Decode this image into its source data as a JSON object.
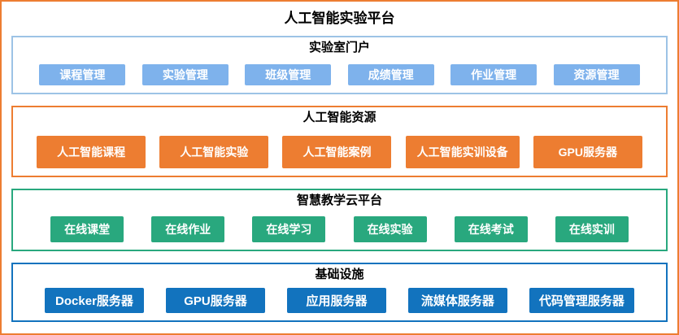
{
  "diagram": {
    "title": "人工智能实验平台",
    "outer_border_color": "#ED7D31",
    "title_text_color": "#000000",
    "block_text_color": "#FFFFFF",
    "sections": [
      {
        "title": "实验室门户",
        "border_color": "#9DC3E6",
        "block_color": "#7EB2EC",
        "items": [
          "课程管理",
          "实验管理",
          "班级管理",
          "成绩管理",
          "作业管理",
          "资源管理"
        ]
      },
      {
        "title": "人工智能资源",
        "border_color": "#ED7D31",
        "block_color": "#ED7D31",
        "items": [
          "人工智能课程",
          "人工智能实验",
          "人工智能案例",
          "人工智能实训设备",
          "GPU服务器"
        ]
      },
      {
        "title": "智慧教学云平台",
        "border_color": "#29A87E",
        "block_color": "#29A87E",
        "items": [
          "在线课堂",
          "在线作业",
          "在线学习",
          "在线实验",
          "在线考试",
          "在线实训"
        ]
      },
      {
        "title": "基础设施",
        "border_color": "#1273BE",
        "block_color": "#1273BE",
        "items": [
          "Docker服务器",
          "GPU服务器",
          "应用服务器",
          "流媒体服务器",
          "代码管理服务器"
        ]
      }
    ]
  }
}
